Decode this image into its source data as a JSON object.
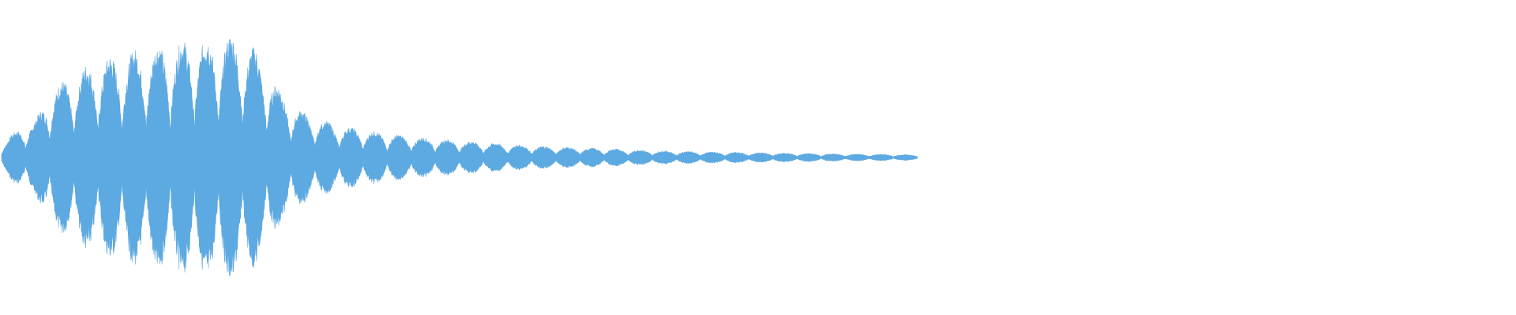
{
  "waveform": {
    "color": "#5DA9E1",
    "background": "#FFFFFF",
    "envelope_peaks": [
      0.1,
      0.22,
      0.28,
      0.55,
      0.6,
      0.7,
      0.76,
      0.78,
      0.82,
      0.85,
      0.86,
      0.9,
      0.91,
      0.92,
      0.93,
      0.82,
      0.6,
      0.42,
      0.33,
      0.28,
      0.24,
      0.22,
      0.2,
      0.18,
      0.16,
      0.15,
      0.14,
      0.13,
      0.12,
      0.11,
      0.1,
      0.09,
      0.085,
      0.08,
      0.075,
      0.07,
      0.065,
      0.06,
      0.055,
      0.05,
      0.048,
      0.045,
      0.042,
      0.04,
      0.038,
      0.036,
      0.034,
      0.032,
      0.03,
      0.028,
      0.026,
      0.025,
      0.024,
      0.022,
      0.02
    ],
    "active_fraction": 0.605
  }
}
